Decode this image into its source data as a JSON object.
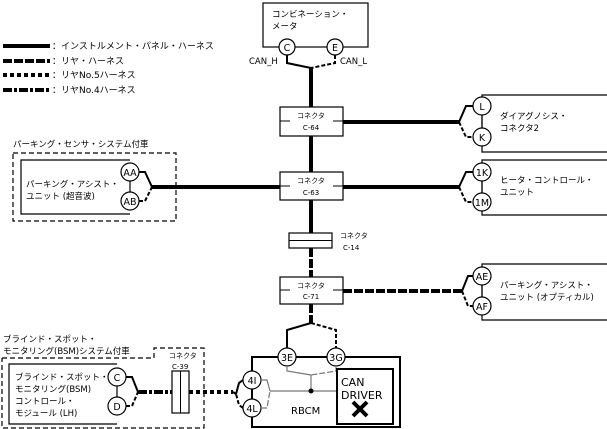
{
  "legend": [
    {
      "style": "solid",
      "label": "：インストルメント・パネル・ハーネス"
    },
    {
      "style": "dash",
      "label": "：リヤ・ハーネス"
    },
    {
      "style": "dot",
      "label": "：リヤNo.5ハーネス"
    },
    {
      "style": "dashdot",
      "label": "：リヤNo.4ハーネス"
    }
  ],
  "meter": {
    "title_line1": "コンビネーション・",
    "title_line2": "メータ",
    "pin_left": "C",
    "pin_right": "E",
    "signal_left": "CAN_H",
    "signal_right": "CAN_L"
  },
  "connectors": {
    "c64": {
      "label": "コネクタ",
      "code": "C-64"
    },
    "c63": {
      "label": "コネクタ",
      "code": "C-63"
    },
    "c14": {
      "label": "コネクタ",
      "code": "C-14"
    },
    "c71": {
      "label": "コネクタ",
      "code": "C-71"
    },
    "c39": {
      "label": "コネクタ",
      "code": "C-39"
    }
  },
  "diag": {
    "line1": "ダイアグノシス・",
    "line2": "コネクタ2",
    "pin_top": "L",
    "pin_bottom": "K"
  },
  "heater": {
    "line1": "ヒータ・コントロール・",
    "line2": "ユニット",
    "pin_top": "1K",
    "pin_bottom": "1M"
  },
  "sonar": {
    "group_label": "パーキング・センサ・システム付車",
    "line1": "パーキング・アシスト・",
    "line2": "ユニット (超音波)",
    "pin_top": "AA",
    "pin_bottom": "AB"
  },
  "optical": {
    "line1": "パーキング・アシスト・",
    "line2": "ユニット (オプティカル)",
    "pin_top": "AE",
    "pin_bottom": "AF"
  },
  "bsm": {
    "group_label_line1": "ブラインド・スポット・",
    "group_label_line2": "モニタリング(BSM)システム付車",
    "line1": "ブラインド・スポット・",
    "line2": "モニタリング(BSM)",
    "line3": "コントロール・",
    "line4": "モジュール (LH)",
    "pin_top": "C",
    "pin_bottom": "D"
  },
  "rbcm": {
    "label": "RBCM",
    "pin_3e": "3E",
    "pin_3g": "3G",
    "pin_4i": "4I",
    "pin_4l": "4L",
    "can_driver_line1": "CAN",
    "can_driver_line2": "DRIVER",
    "can_driver_status_icon": "x-mark"
  }
}
